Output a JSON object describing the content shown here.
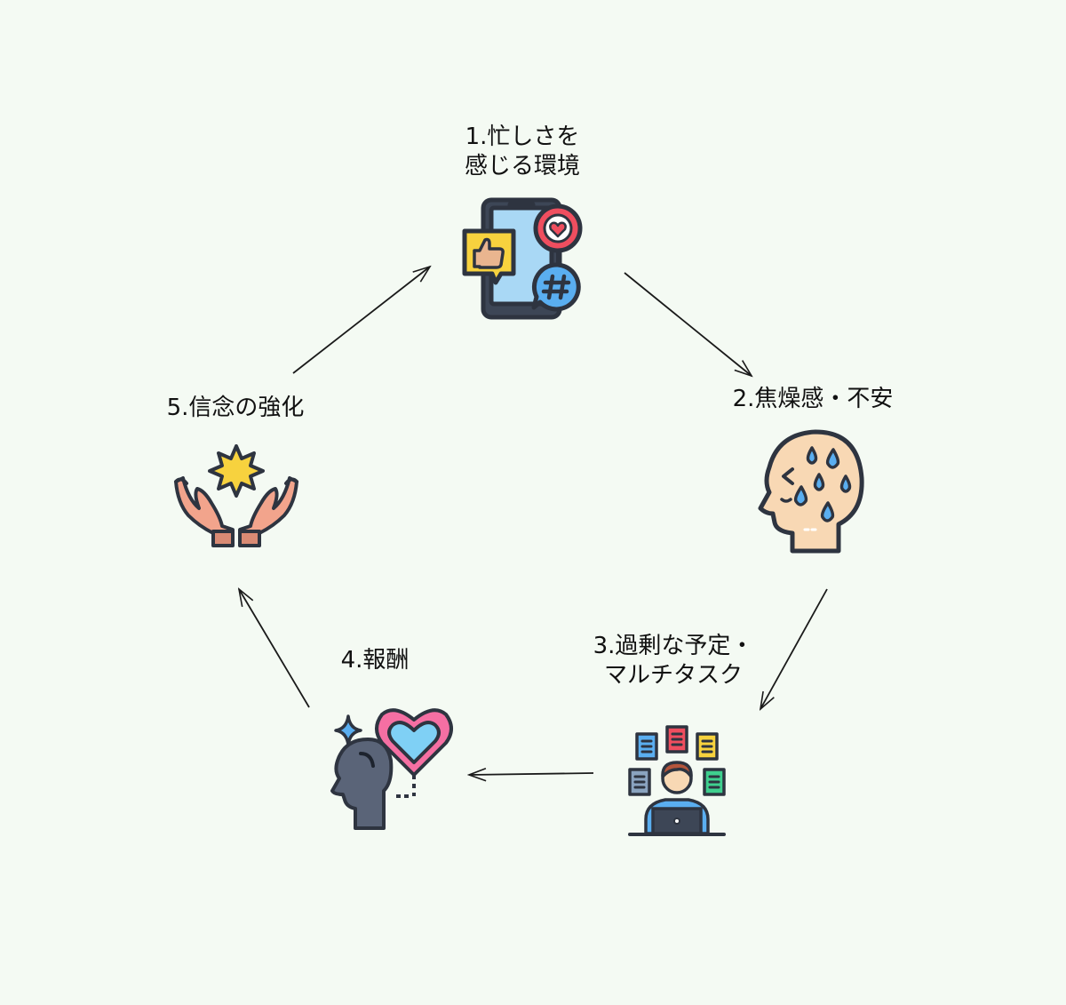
{
  "cycle": {
    "steps": [
      {
        "lines": [
          "1.忙しさを",
          "感じる環境"
        ],
        "icon": "smartphone-social-media-icon"
      },
      {
        "lines": [
          "2.焦燥感・不安"
        ],
        "icon": "sweating-head-icon"
      },
      {
        "lines": [
          "3.過剰な予定・",
          "マルチタスク"
        ],
        "icon": "multitasking-person-icon"
      },
      {
        "lines": [
          "4.報酬"
        ],
        "icon": "head-heart-reward-icon"
      },
      {
        "lines": [
          "5.信念の強化"
        ],
        "icon": "hands-holding-star-icon"
      }
    ]
  },
  "colors": {
    "background": "#f4faf3",
    "outline": "#2e3440",
    "text": "#111111"
  }
}
